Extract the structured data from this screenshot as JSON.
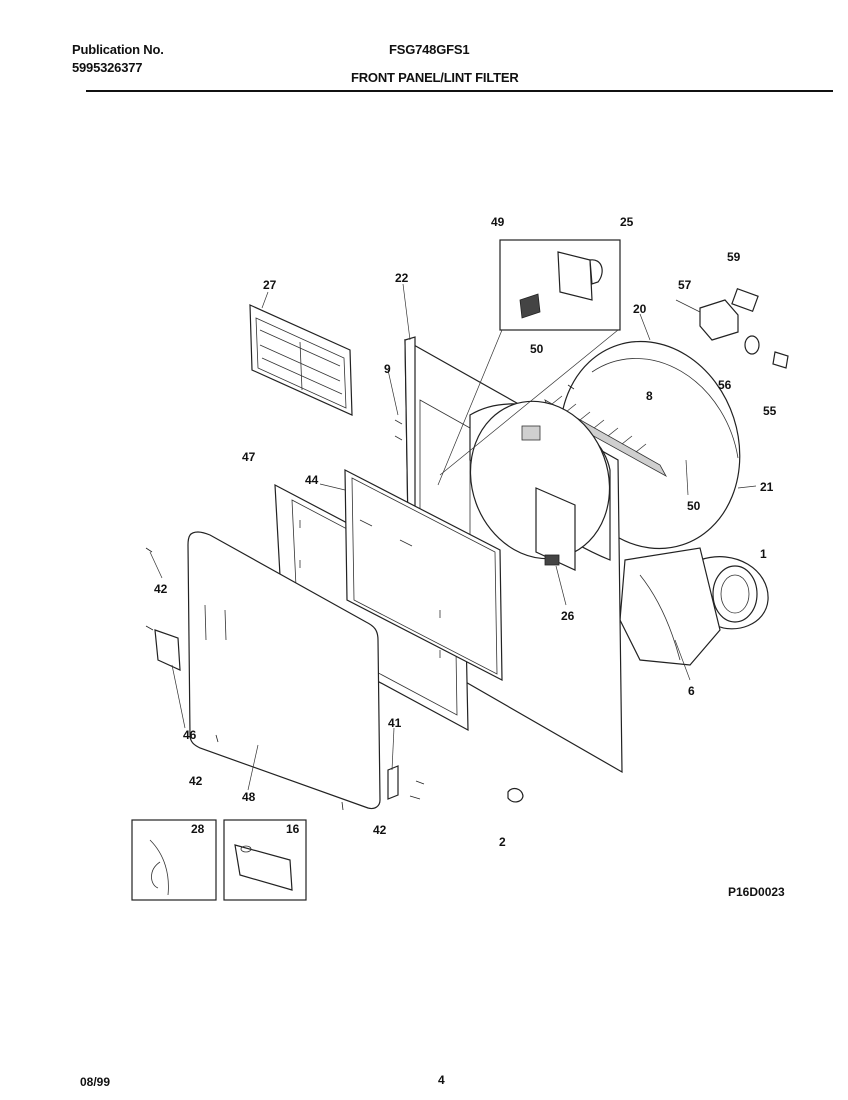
{
  "header": {
    "publication_label": "Publication No.",
    "publication_number": "5995326377",
    "model": "FSG748GFS1",
    "section_title": "FRONT PANEL/LINT FILTER"
  },
  "diagram": {
    "callouts": {
      "c49": "49",
      "c25": "25",
      "c59": "59",
      "c27": "27",
      "c22": "22",
      "c57": "57",
      "c20": "20",
      "c50a": "50",
      "c9": "9",
      "c56": "56",
      "c8": "8",
      "c55": "55",
      "c47": "47",
      "c44": "44",
      "c21": "21",
      "c50b": "50",
      "c1": "1",
      "c42a": "42",
      "c26": "26",
      "c6": "6",
      "c41": "41",
      "c46": "46",
      "c42b": "42",
      "c48": "48",
      "c42c": "42",
      "c28": "28",
      "c16": "16",
      "c2": "2"
    },
    "drawing_code": "P16D0023"
  },
  "footer": {
    "date": "08/99",
    "page_number": "4"
  }
}
